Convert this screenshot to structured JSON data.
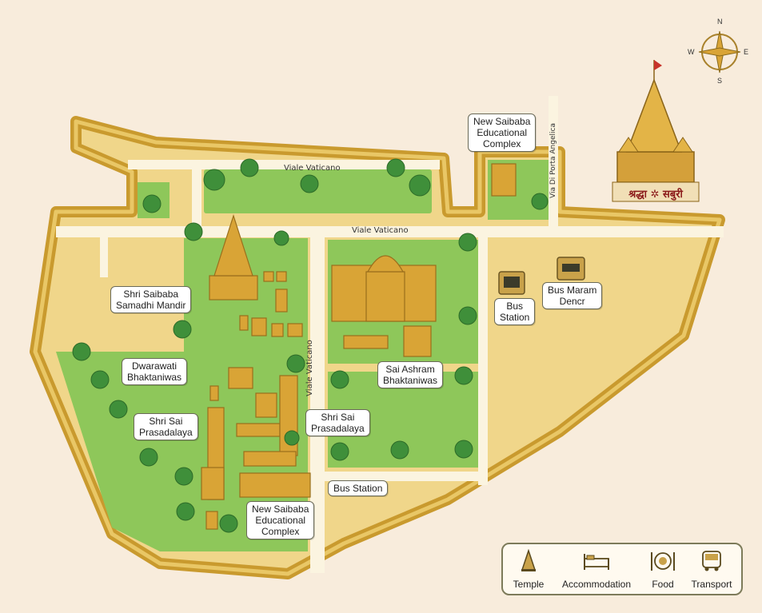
{
  "compass": {
    "n": "N",
    "e": "E",
    "s": "S",
    "w": "W"
  },
  "temple_title": "श्रद्धा ✲ सबुरी",
  "streets": {
    "viale_vaticano_top": "Viale Vaticano",
    "viale_vaticano_mid": "Viale Vaticano",
    "viale_vaticano_vertical": "Viale Vaticano",
    "via_porta_angelica": "Via Di Porta Angelica"
  },
  "places": {
    "samadhi_mandir": "Shri Saibaba\nSamadhi Mandir",
    "dwarawati": "Dwarawati\nBhaktaniwas",
    "prasadalaya_left": "Shri Sai\nPrasadalaya",
    "prasadalaya_right": "Shri Sai\nPrasadalaya",
    "edu_complex_top": "New Saibaba\nEducational\nComplex",
    "edu_complex_bottom": "New Saibaba\nEducational\nComplex",
    "sai_ashram": "Sai Ashram\nBhaktaniwas",
    "bus_station_center": "Bus Station",
    "bus_station_right": "Bus\nStation",
    "bus_maram": "Bus Maram\nDencr"
  },
  "legend": {
    "items": [
      {
        "label": "Temple",
        "icon": "temple-icon"
      },
      {
        "label": "Accommodation",
        "icon": "bed-icon"
      },
      {
        "label": "Food",
        "icon": "food-icon"
      },
      {
        "label": "Transport",
        "icon": "bus-icon"
      }
    ]
  },
  "colors": {
    "background": "#f8ecdc",
    "sand": "#f0d68a",
    "green": "#8ec75a",
    "wall": "#c99a2e",
    "road": "#fbf4e0",
    "tree": "#3f8f3a",
    "building": "#d9a436"
  }
}
